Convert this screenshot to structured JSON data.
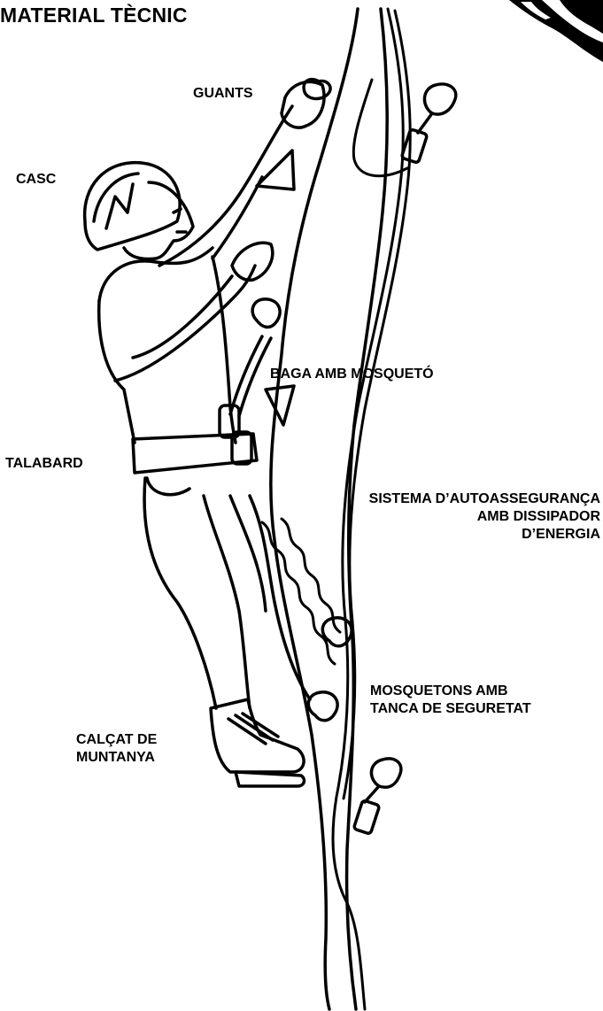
{
  "title": "MATERIAL TÈCNIC",
  "labels": {
    "guants": "GUANTS",
    "casc": "CASC",
    "baga": "BAGA AMB MOSQUETÓ",
    "talabard": "TALABARD",
    "sistema": [
      "SISTEMA D’AUTOASSEGURANÇA",
      "AMB DISSIPADOR",
      "D’ENERGIA"
    ],
    "mosquetons": [
      "MOSQUETONS AMB",
      "TANCA DE SEGURETAT"
    ],
    "calcat": [
      "CALÇAT DE",
      "MUNTANYA"
    ]
  },
  "colors": {
    "ink": "#000000",
    "paper": "#ffffff"
  }
}
